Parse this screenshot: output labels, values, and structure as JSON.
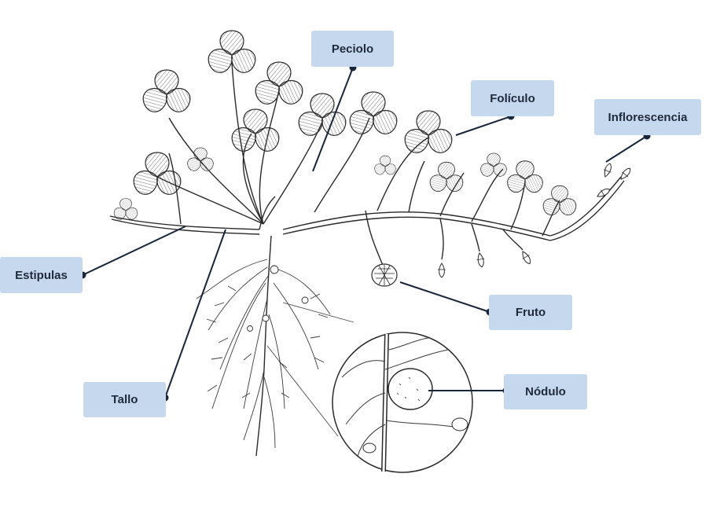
{
  "labels": {
    "peciolo": "Peciolo",
    "foliculo": "Folículo",
    "inflorescencia": "Inflorescencia",
    "estipulas": "Estipulas",
    "fruto": "Fruto",
    "tallo": "Tallo",
    "nodulo": "Nódulo"
  },
  "colors": {
    "label_bg": "#c5d8ee",
    "leader": "#17263a",
    "drawing": "#2a2a2a"
  }
}
